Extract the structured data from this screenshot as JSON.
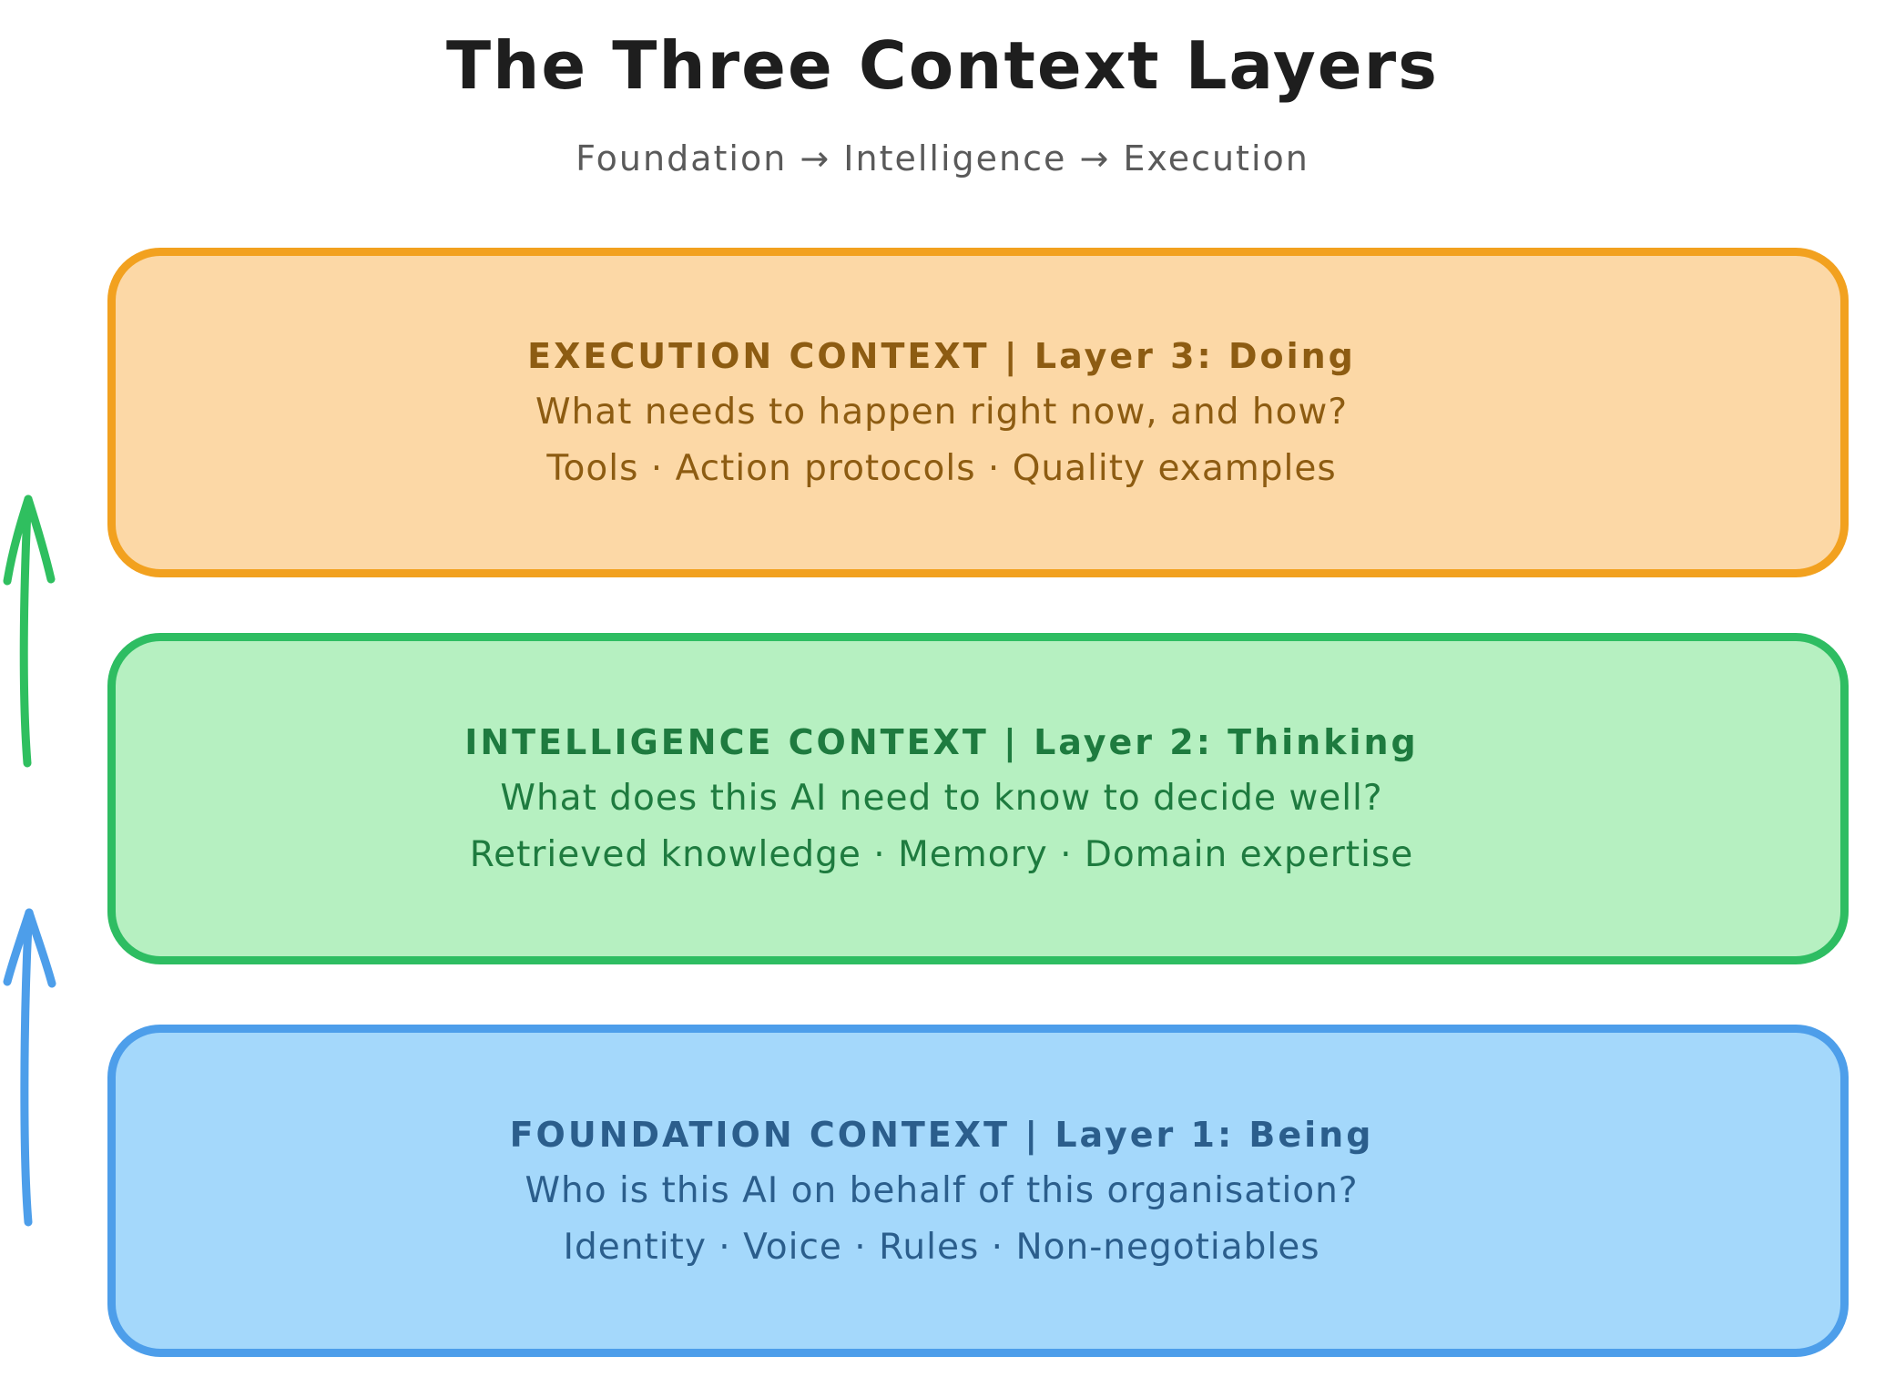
{
  "header": {
    "title": "The Three Context Layers",
    "subtitle": "Foundation → Intelligence → Execution"
  },
  "layers": [
    {
      "id": "execution-context",
      "heading": "EXECUTION CONTEXT | Layer 3: Doing",
      "question": "What needs to happen right now, and how?",
      "components": "Tools · Action protocols · Quality examples",
      "colors": {
        "fill": "#FCD8A6",
        "border": "#F2A11F",
        "text": "#8D5C12"
      }
    },
    {
      "id": "intelligence-context",
      "heading": "INTELLIGENCE CONTEXT | Layer 2: Thinking",
      "question": "What does this AI need to know to decide well?",
      "components": "Retrieved knowledge · Memory · Domain expertise",
      "colors": {
        "fill": "#B6F0C1",
        "border": "#2EBD62",
        "text": "#1E7B3F"
      }
    },
    {
      "id": "foundation-context",
      "heading": "FOUNDATION CONTEXT | Layer 1: Being",
      "question": "Who is this AI on behalf of this organisation?",
      "components": "Identity · Voice · Rules · Non-negotiables",
      "colors": {
        "fill": "#A4D8FB",
        "border": "#4D9EEA",
        "text": "#2B5E8C"
      }
    }
  ],
  "arrows": [
    {
      "id": "green-up-arrow",
      "color": "#2FBF5F"
    },
    {
      "id": "blue-up-arrow",
      "color": "#4D9EEA"
    }
  ]
}
